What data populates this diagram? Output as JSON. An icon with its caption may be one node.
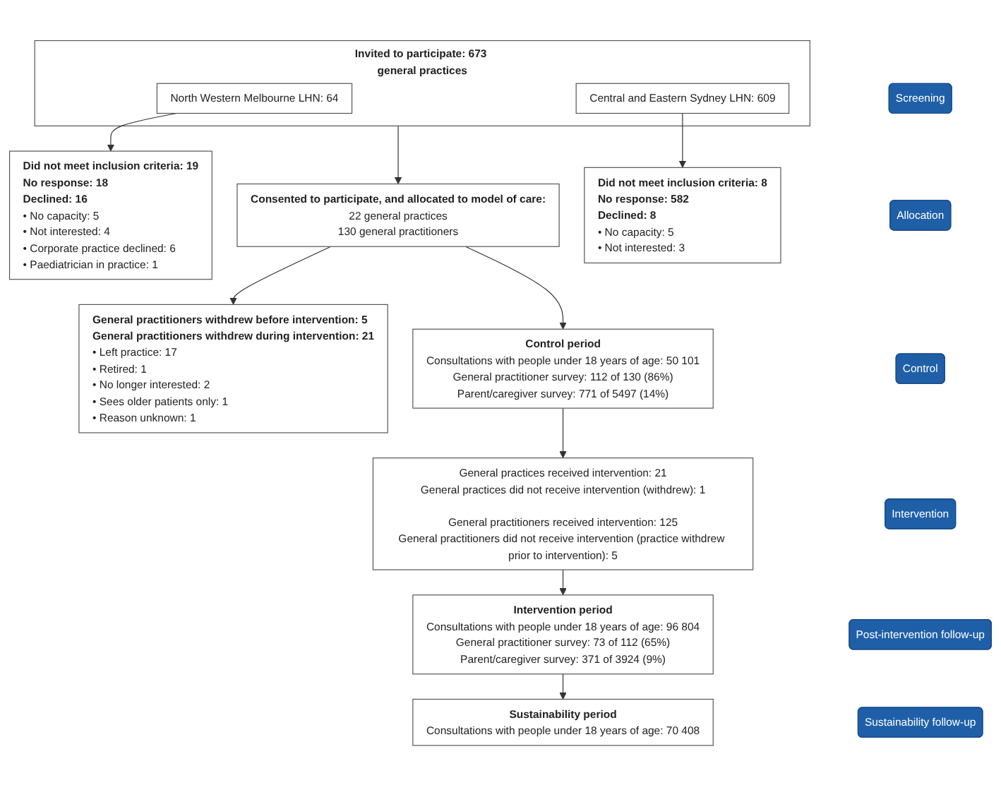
{
  "diagram": {
    "nodes": [
      {
        "text": [
          "Invited to participate: 673 general practices"
        ]
      },
      {
        "text": [
          "North Western Melbourne LHN: 64"
        ],
        "in": 0
      },
      {
        "text": [
          "Central and Eastern Sydney LHN: 609"
        ],
        "in": 0
      },
      {
        "text": [
          "Did not meet inclusion criteria: 19",
          "No response: 18",
          "Declined: 16",
          "• No capacity: 5",
          "• Not interested: 4",
          "• Corporate practice declined: 6",
          "• Paediatrician in practice: 1"
        ]
      },
      {
        "text": [
          "Did not meet inclusion criteria: 8",
          "No response: 582",
          "Declined: 8",
          "• No capacity: 5",
          "• Not interested: 3"
        ]
      },
      {
        "text": [
          "Consented to participate, and allocated to model of care:",
          "22 general practices",
          "130 general practitioners"
        ]
      },
      {
        "text": [
          "General practitioners withdrew before intervention: 5",
          "General practitioners withdrew during intervention: 21",
          "• Left practice: 17",
          "• Retired: 1",
          "• No longer interested: 2",
          "• Sees older patients only: 1",
          "• Reason unknown: 1"
        ]
      },
      {
        "text": [
          "Control period",
          "Consultations with people under 18 years of age: 50 101",
          "General practitioner survey: 112 of 130 (86%)",
          "Parent/caregiver survey: 771 of 5497 (14%)"
        ]
      },
      {
        "text": [
          "General practices received intervention: 21",
          "General practices did not receive intervention (withdrew): 1",
          "General practitioners received intervention: 125",
          "General practitioners did not receive intervention (practice withdrew prior to intervention): 5"
        ]
      },
      {
        "text": [
          "Intervention period",
          "Consultations with people under 18 years of age: 96 804",
          "General practitioner survey: 73 of 112 (65%)",
          "Parent/caregiver survey: 371 of 3924 (9%)"
        ]
      },
      {
        "text": [
          "Sustainability period",
          "Consultations with people under 18 years of age: 70 408"
        ]
      },
      {
        "text": [
          "Screening"
        ]
      },
      {
        "text": [
          "Allocation"
        ]
      },
      {
        "text": [
          "Control"
        ]
      },
      {
        "text": [
          "Intervention"
        ]
      },
      {
        "text": [
          "Post-intervention follow-up"
        ]
      },
      {
        "text": [
          "Sustainability follow-up"
        ]
      }
    ],
    "edges": [
      {
        "from": 1,
        "to": 3,
        "arrow": "to"
      },
      {
        "from": 2,
        "to": 4,
        "arrow": "to"
      },
      {
        "from": 0,
        "to": 5,
        "arrow": "to"
      },
      {
        "from": 5,
        "to": 6,
        "arrow": "to"
      },
      {
        "from": 5,
        "to": 7,
        "arrow": "to"
      },
      {
        "from": 7,
        "to": 8,
        "arrow": "to"
      },
      {
        "from": 8,
        "to": 9,
        "arrow": "to"
      },
      {
        "from": 9,
        "to": 10,
        "arrow": "to"
      }
    ]
  }
}
